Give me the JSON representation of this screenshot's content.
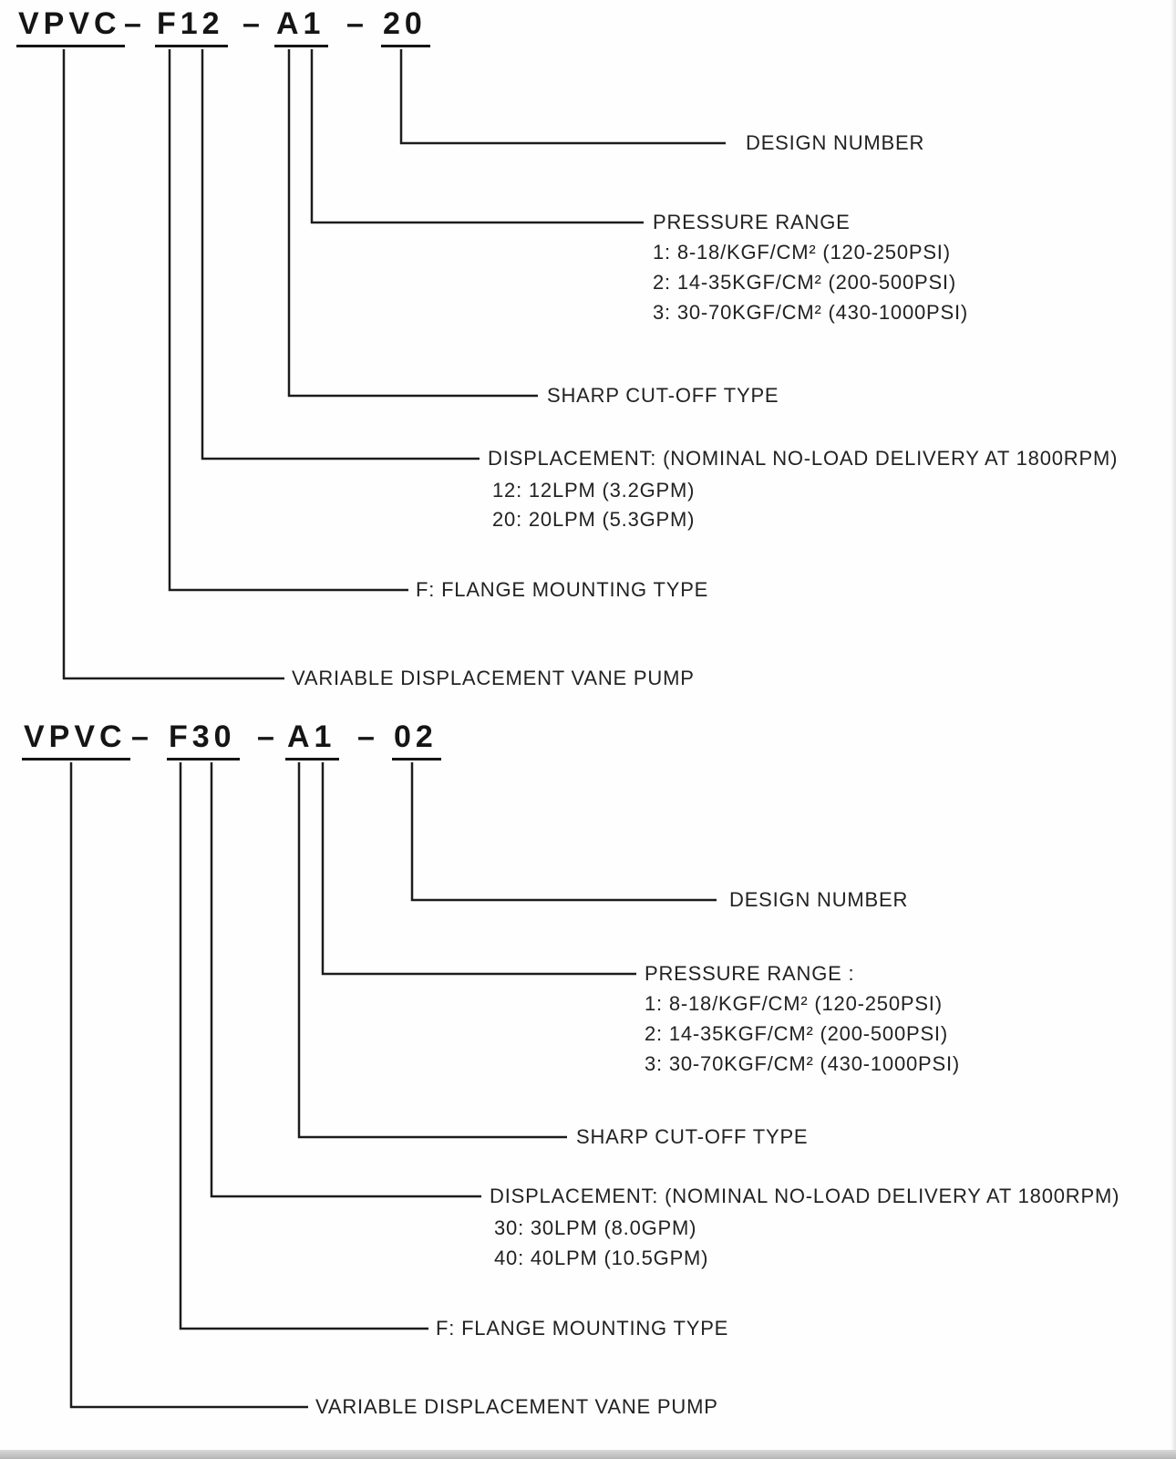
{
  "page": {
    "background": "#fefefe",
    "line_color": "#1c1c1c"
  },
  "diagrams": [
    {
      "code": {
        "series": "VPVC",
        "dash": "–",
        "displacement": "F12",
        "cutoff": "A1",
        "design": "20"
      },
      "callouts": {
        "design_number": "DESIGN NUMBER",
        "pressure_title": "PRESSURE RANGE",
        "pressure_options": [
          "1: 8-18/KGF/CM² (120-250PSI)",
          "2: 14-35KGF/CM² (200-500PSI)",
          "3: 30-70KGF/CM² (430-1000PSI)"
        ],
        "sharp_cutoff": "SHARP CUT-OFF TYPE",
        "displacement_title": "DISPLACEMENT: (NOMINAL NO-LOAD DELIVERY AT 1800RPM)",
        "displacement_options": [
          "12: 12LPM (3.2GPM)",
          "20: 20LPM (5.3GPM)"
        ],
        "flange": "F: FLANGE MOUNTING TYPE",
        "vane_pump": "VARIABLE DISPLACEMENT VANE PUMP"
      }
    },
    {
      "code": {
        "series": "VPVC",
        "dash": "–",
        "displacement": "F30",
        "cutoff": "A1",
        "design": "02"
      },
      "callouts": {
        "design_number": "DESIGN NUMBER",
        "pressure_title": "PRESSURE RANGE :",
        "pressure_options": [
          "1: 8-18/KGF/CM² (120-250PSI)",
          "2: 14-35KGF/CM² (200-500PSI)",
          "3: 30-70KGF/CM² (430-1000PSI)"
        ],
        "sharp_cutoff": "SHARP CUT-OFF TYPE",
        "displacement_title": "DISPLACEMENT: (NOMINAL NO-LOAD DELIVERY AT 1800RPM)",
        "displacement_options": [
          "30: 30LPM (8.0GPM)",
          "40: 40LPM (10.5GPM)"
        ],
        "flange": "F: FLANGE  MOUNTING TYPE",
        "vane_pump": "VARIABLE DISPLACEMENT VANE PUMP"
      }
    }
  ]
}
